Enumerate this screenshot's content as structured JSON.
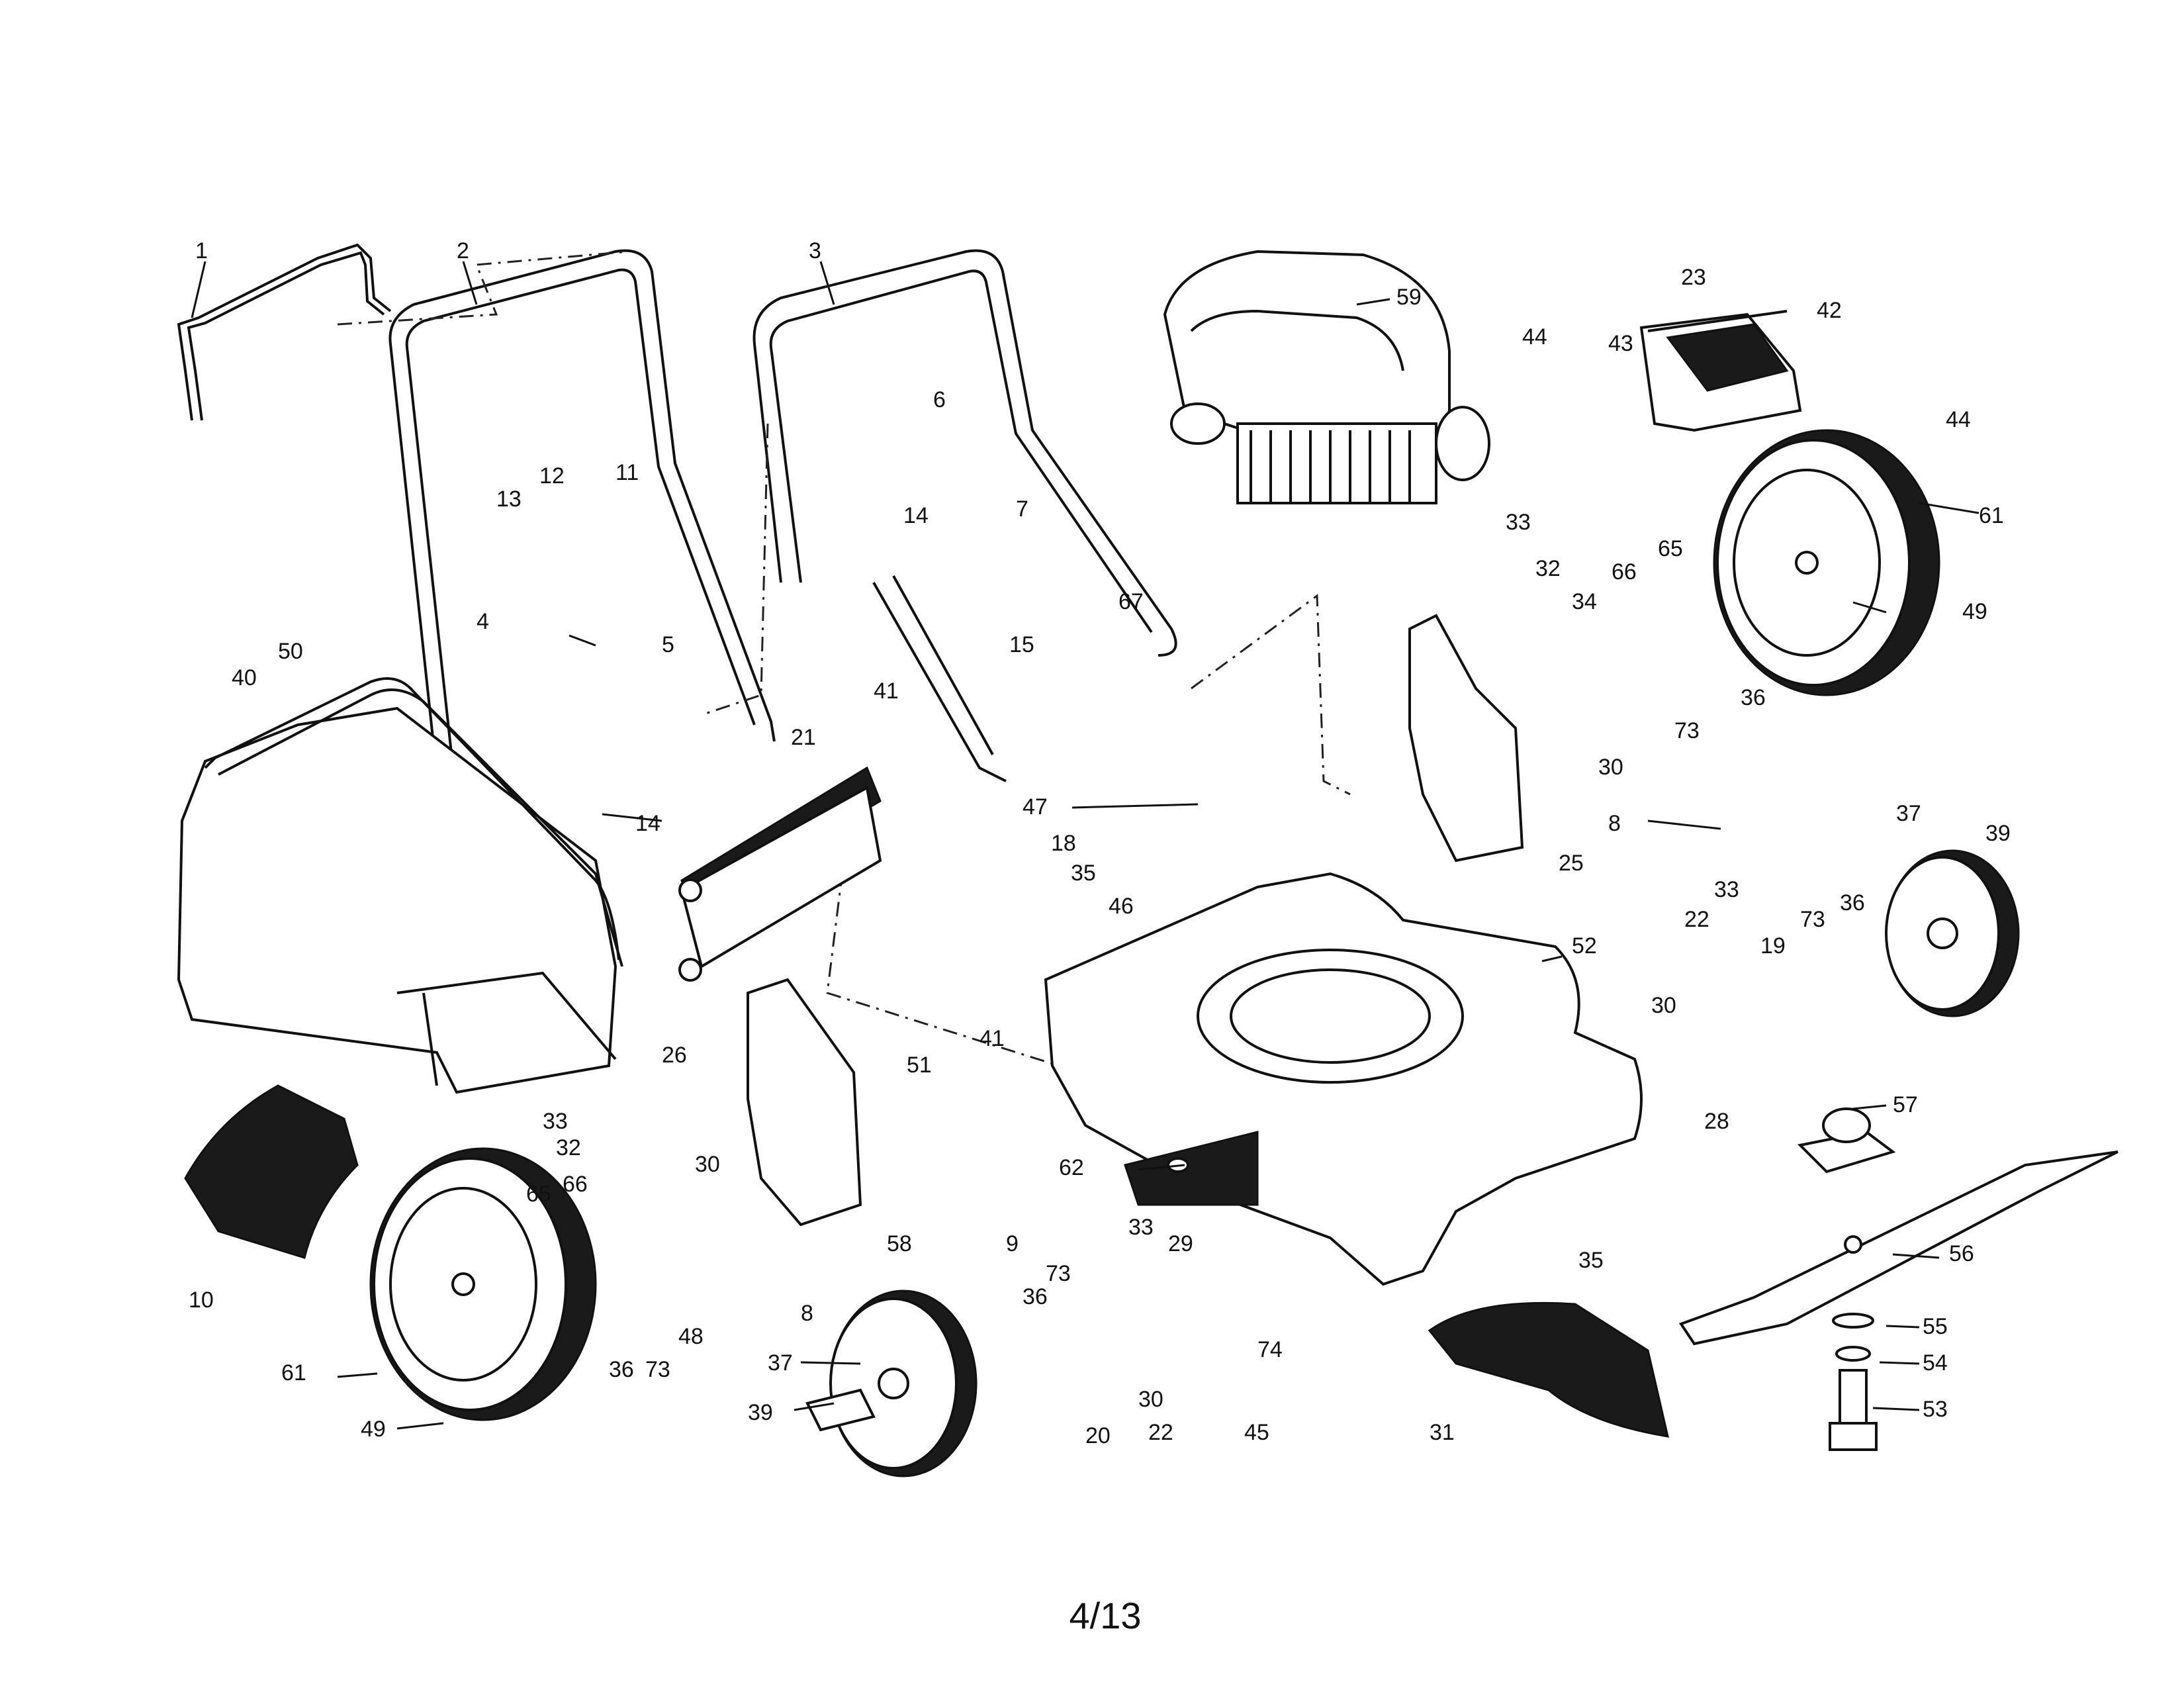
{
  "page_number": "4/13",
  "callouts": {
    "c1": "1",
    "c2": "2",
    "c3": "3",
    "c4": "4",
    "c5": "5",
    "c6": "6",
    "c7": "7",
    "c8a": "8",
    "c8b": "8",
    "c9": "9",
    "c10": "10",
    "c11": "11",
    "c12": "12",
    "c13": "13",
    "c14a": "14",
    "c14b": "14",
    "c15": "15",
    "c18": "18",
    "c19": "19",
    "c20": "20",
    "c21": "21",
    "c22a": "22",
    "c22b": "22",
    "c23": "23",
    "c25": "25",
    "c26": "26",
    "c28": "28",
    "c29": "29",
    "c30a": "30",
    "c30b": "30",
    "c30c": "30",
    "c30d": "30",
    "c31": "31",
    "c32a": "32",
    "c32b": "32",
    "c33a": "33",
    "c33b": "33",
    "c33c": "33",
    "c33d": "33",
    "c34": "34",
    "c35a": "35",
    "c35b": "35",
    "c36a": "36",
    "c36b": "36",
    "c36c": "36",
    "c36d": "36",
    "c37a": "37",
    "c37b": "37",
    "c39a": "39",
    "c39b": "39",
    "c40": "40",
    "c41a": "41",
    "c41b": "41",
    "c42": "42",
    "c43": "43",
    "c44a": "44",
    "c44b": "44",
    "c45": "45",
    "c46": "46",
    "c47": "47",
    "c48": "48",
    "c49a": "49",
    "c49b": "49",
    "c50": "50",
    "c51": "51",
    "c52": "52",
    "c53": "53",
    "c54": "54",
    "c55": "55",
    "c56": "56",
    "c57": "57",
    "c58": "58",
    "c59": "59",
    "c61a": "61",
    "c61b": "61",
    "c62": "62",
    "c65a": "65",
    "c65b": "65",
    "c66a": "66",
    "c66b": "66",
    "c67": "67",
    "c73a": "73",
    "c73b": "73",
    "c73c": "73",
    "c73d": "73",
    "c74": "74"
  }
}
